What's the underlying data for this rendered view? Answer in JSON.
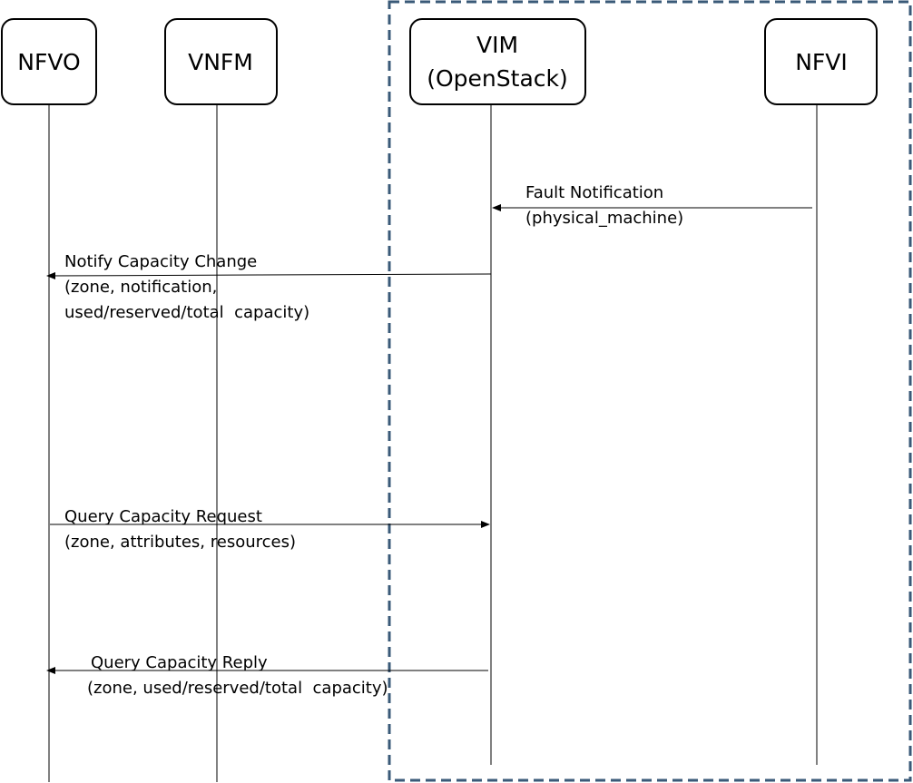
{
  "diagram": {
    "type": "sequence",
    "colors": {
      "line": "#000000",
      "box_border": "#000000",
      "boundary": "#3a5a78"
    },
    "actors": [
      {
        "id": "nfvo",
        "lines": [
          "NFVO"
        ]
      },
      {
        "id": "vnfm",
        "lines": [
          "VNFM"
        ]
      },
      {
        "id": "vim",
        "lines": [
          "VIM",
          "(OpenStack)"
        ]
      },
      {
        "id": "nfvi",
        "lines": [
          "NFVI"
        ]
      }
    ],
    "messages": [
      {
        "id": "fault-notification",
        "from": "nfvi",
        "to": "vim",
        "lines": [
          "Fault Notification",
          "(physical_machine)"
        ]
      },
      {
        "id": "notify-capacity-change",
        "from": "vim",
        "to": "nfvo",
        "lines": [
          "Notify Capacity Change",
          "(zone, notification,",
          "used/reserved/total  capacity)"
        ]
      },
      {
        "id": "query-capacity-request",
        "from": "nfvo",
        "to": "vim",
        "lines": [
          "Query Capacity Request",
          "(zone, attributes, resources)"
        ]
      },
      {
        "id": "query-capacity-reply",
        "from": "vim",
        "to": "nfvo",
        "lines": [
          "Query Capacity Reply",
          "(zone, used/reserved/total  capacity)"
        ]
      }
    ],
    "boundary": {
      "encloses": [
        "vim",
        "nfvi"
      ],
      "style": "dashed"
    }
  }
}
